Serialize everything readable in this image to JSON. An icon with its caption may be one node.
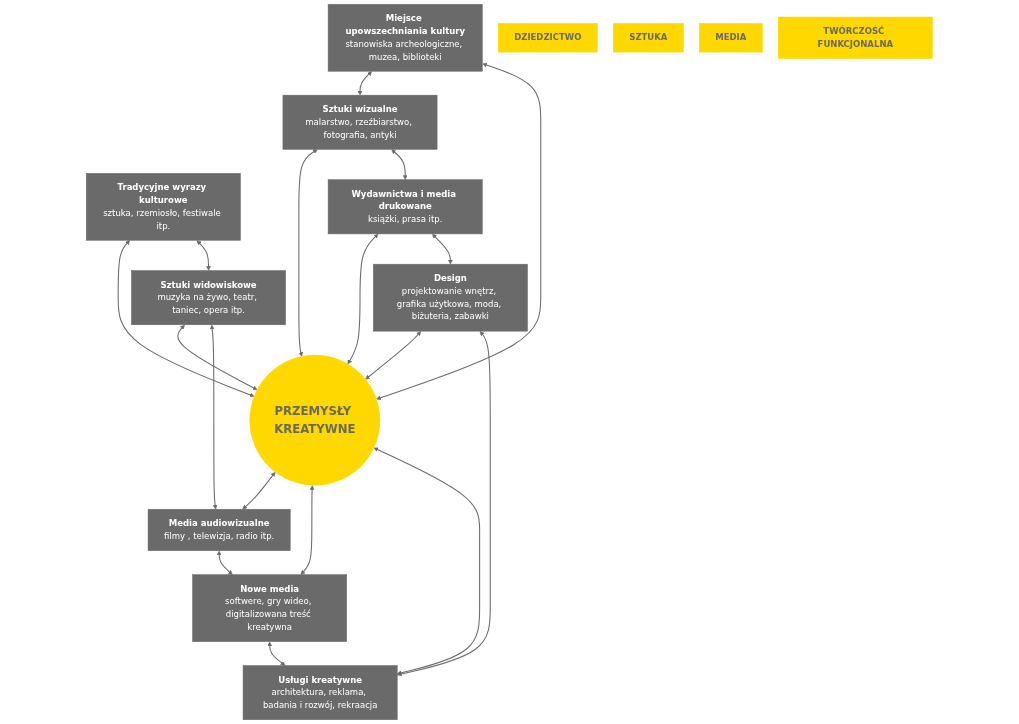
{
  "diagram": {
    "nodes": [
      {
        "text": [
          "Miejsce upowszechniania kultury",
          "stanowiska archeologiczne, muzea, biblioteki"
        ]
      },
      {
        "text": [
          "Tradycyjne wyrazy kulturowe",
          "sztuka, rzemiosło, festiwale itp."
        ]
      },
      {
        "text": [
          "Sztuki wizualne",
          "malarstwo, rzeźbiarstwo, fotografia, antyki"
        ]
      },
      {
        "text": [
          "Sztuki widowiskowe",
          "muzyka na żywo, teatr, taniec, opera itp."
        ]
      },
      {
        "text": [
          "PRZEMYSŁY KREATYWNE"
        ]
      },
      {
        "text": [
          "Wydawnictwa i media drukowane",
          "książki, prasa itp."
        ]
      },
      {
        "text": [
          "Media audiowizualne",
          "filmy , telewizja, radio itp."
        ]
      },
      {
        "text": [
          "Design",
          "projektowanie wnętrz, grafika użytkowa, moda, biżuteria, zabawki"
        ]
      },
      {
        "text": [
          "Nowe media",
          "softwere, gry wideo, digitalizowana treść kreatywna"
        ]
      },
      {
        "text": [
          "Usługi kreatywne",
          "architektura, reklama, badania i rozwój, rekraacja"
        ]
      },
      {
        "text": [
          "DZIEDZICTWO"
        ]
      },
      {
        "text": [
          "SZTUKA"
        ]
      },
      {
        "text": [
          "MEDIA"
        ]
      },
      {
        "text": [
          "TWÓRCZOŚĆ FUNKCJONALNA"
        ]
      }
    ],
    "edges": [
      {
        "from": 0,
        "to": 2,
        "arrow": "both"
      },
      {
        "from": 0,
        "to": 4,
        "arrow": "both"
      },
      {
        "from": 1,
        "to": 4,
        "arrow": "both"
      },
      {
        "from": 1,
        "to": 3,
        "arrow": "both"
      },
      {
        "from": 2,
        "to": 4,
        "arrow": "both"
      },
      {
        "from": 3,
        "to": 4,
        "arrow": "both"
      },
      {
        "from": 2,
        "to": 5,
        "arrow": "both"
      },
      {
        "from": 3,
        "to": 6,
        "arrow": "both"
      },
      {
        "from": 5,
        "to": 4,
        "arrow": "both"
      },
      {
        "from": 4,
        "to": 6,
        "arrow": "both"
      },
      {
        "from": 5,
        "to": 7,
        "arrow": "both"
      },
      {
        "from": 6,
        "to": 8,
        "arrow": "both"
      },
      {
        "from": 7,
        "to": 4,
        "arrow": "both"
      },
      {
        "from": 4,
        "to": 8,
        "arrow": "both"
      },
      {
        "from": 4,
        "to": 9,
        "arrow": "both"
      },
      {
        "from": 7,
        "to": 9,
        "arrow": "both"
      },
      {
        "from": 8,
        "to": 9,
        "arrow": "both"
      }
    ]
  }
}
